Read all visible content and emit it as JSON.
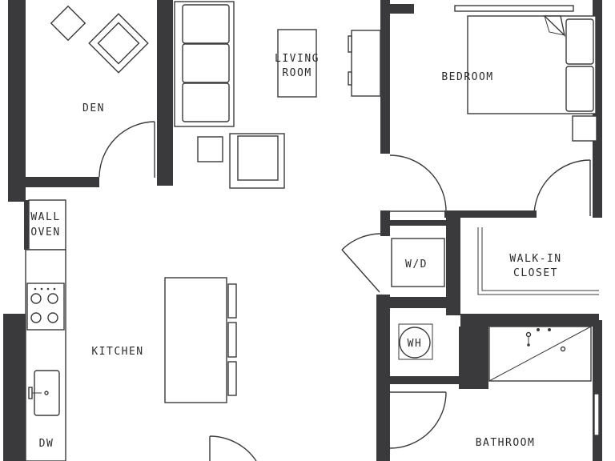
{
  "rooms": {
    "den": "DEN",
    "living_room": [
      "LIVING",
      "ROOM"
    ],
    "bedroom": "BEDROOM",
    "wall_oven": [
      "WALL",
      "OVEN"
    ],
    "wd": "W/D",
    "walk_in_closet": [
      "WALK-IN",
      "CLOSET"
    ],
    "kitchen": "KITCHEN",
    "wh": "WH",
    "dw": "DW",
    "bathroom": "BATHROOM"
  },
  "colors": {
    "wall": "#3a3a3c",
    "background": "#ffffff"
  }
}
